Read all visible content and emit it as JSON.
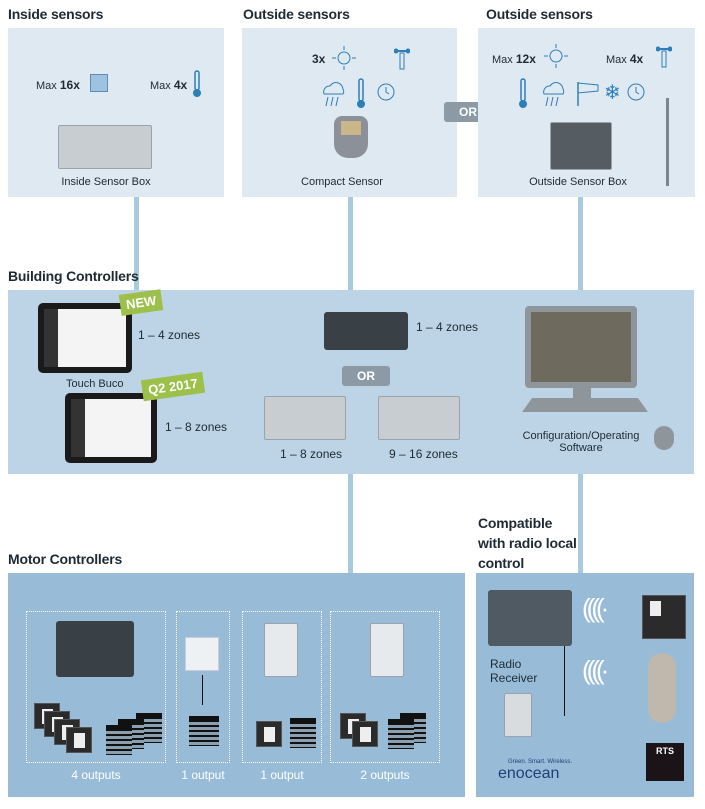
{
  "inside_sensors": {
    "title": "Inside sensors",
    "max_window": "Max",
    "count_window": "16x",
    "max_temp": "Max",
    "count_temp": "4x",
    "device": "Inside Sensor Box"
  },
  "compact": {
    "title": "Outside sensors",
    "sun_count": "3x",
    "device": "Compact Sensor"
  },
  "outside": {
    "title": "Outside sensors",
    "max_sun": "Max",
    "count_sun": "12x",
    "max_wind": "Max",
    "count_wind": "4x",
    "device": "Outside Sensor Box"
  },
  "or_label": "OR",
  "building": {
    "title": "Building Controllers",
    "badge_new": "NEW",
    "badge_q2": "Q2 2017",
    "touch_buco": "Touch Buco",
    "tablet1_zones": "1 – 4 zones",
    "tablet2_zones": "1 – 8 zones",
    "ctrl_top_zones": "1 – 4 zones",
    "ctrl_a_zones": "1 – 8 zones",
    "ctrl_b_zones": "9 – 16 zones",
    "software": "Configuration/Operating Software"
  },
  "motor": {
    "title": "Motor Controllers",
    "outputs": [
      "4 outputs",
      "1 output",
      "1 output",
      "2 outputs"
    ]
  },
  "radio": {
    "title": "Compatible with radio local control",
    "receiver": "Radio Receiver",
    "enocean_tagline": "Green. Smart. Wireless.",
    "enocean_logo": "enocean",
    "rts_logo": "RTS"
  },
  "colors": {
    "top_panel": "#dfe9f2",
    "building_panel": "#bcd4e6",
    "motor_panel": "#98bcd7",
    "connector": "#a9c9dd",
    "badge_green": "#9cc04a",
    "or_gray": "#8c9aa6",
    "icon_blue": "#2e7fb8"
  }
}
